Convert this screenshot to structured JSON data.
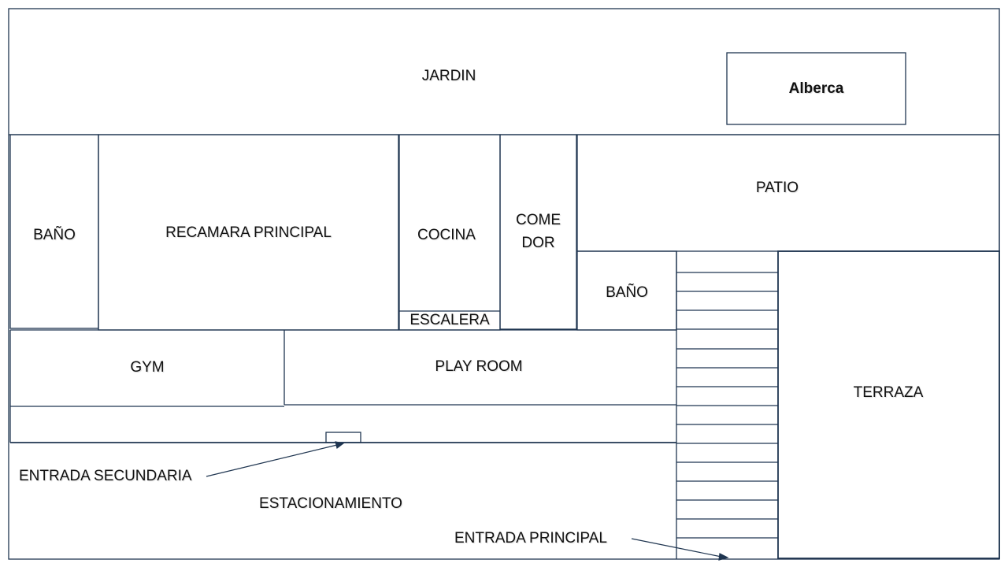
{
  "plan": {
    "garden": "JARDIN",
    "pool": "Alberca",
    "bath_left": "BAÑO",
    "master_bedroom": "RECAMARA PRINCIPAL",
    "kitchen": "COCINA",
    "dining_line1": "COME",
    "dining_line2": "DOR",
    "patio": "PATIO",
    "bath_right": "BAÑO",
    "stairs": "ESCALERA",
    "gym": "GYM",
    "play_room": "PLAY ROOM",
    "terrace": "TERRAZA",
    "secondary_entrance": "ENTRADA SECUNDARIA",
    "parking": "ESTACIONAMIENTO",
    "main_entrance": "ENTRADA PRINCIPAL"
  },
  "colors": {
    "line": "#1f3550",
    "text": "#111111"
  }
}
